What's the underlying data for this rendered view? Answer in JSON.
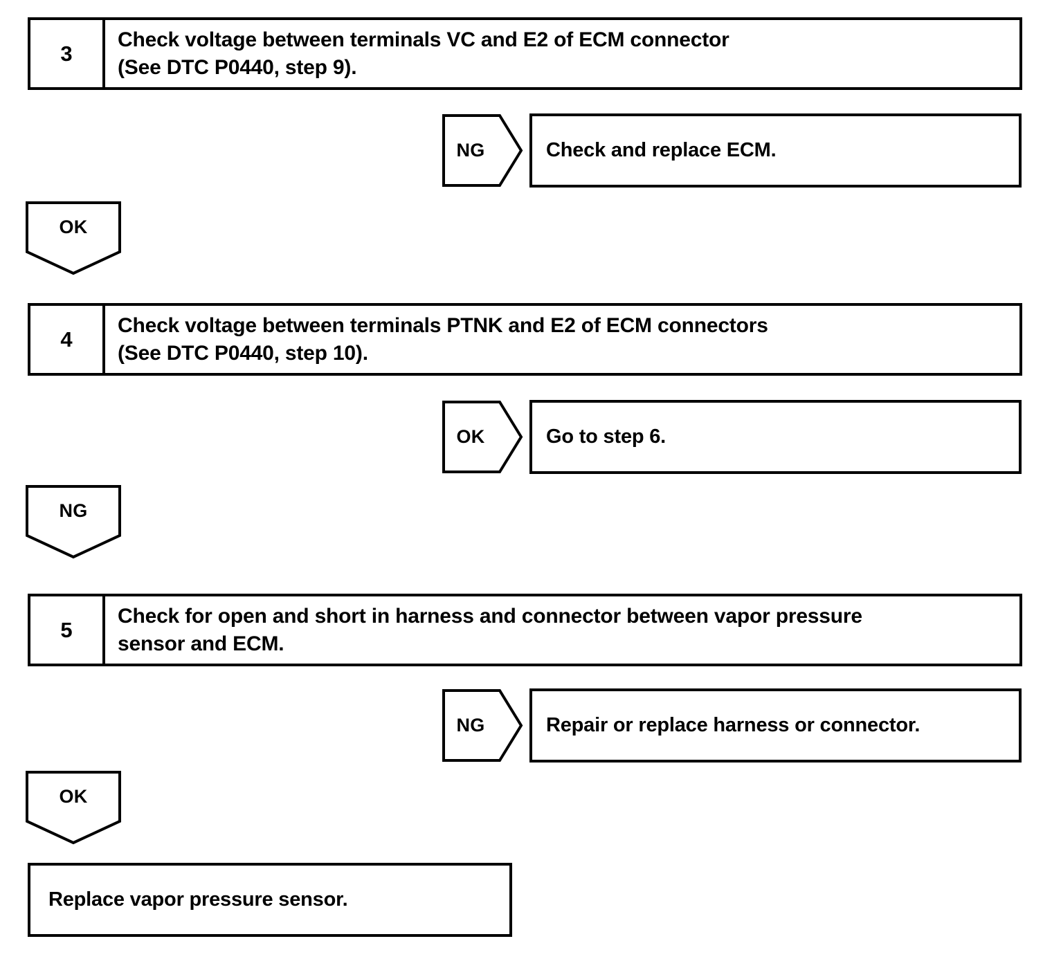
{
  "document": {
    "kind": "troubleshooting-flowchart",
    "ink_color": "#000000",
    "background_color": "#ffffff"
  },
  "steps": [
    {
      "number": "3",
      "line1": "Check voltage between terminals VC and E2 of ECM connector",
      "line2": "(See DTC P0440, step 9)."
    },
    {
      "number": "4",
      "line1": "Check voltage between terminals PTNK and E2 of ECM connectors",
      "line2": "(See DTC P0440, step 10)."
    },
    {
      "number": "5",
      "line1": "Check for open and short in harness and connector between vapor pressure",
      "line2": "sensor and ECM."
    }
  ],
  "branches": [
    {
      "marker": "NG",
      "action": "Check and replace ECM."
    },
    {
      "marker": "OK",
      "action": "Go to step 6."
    },
    {
      "marker": "NG",
      "action": "Repair or replace harness or connector."
    }
  ],
  "flow_markers": [
    {
      "label": "OK"
    },
    {
      "label": "NG"
    },
    {
      "label": "OK"
    }
  ],
  "final": {
    "text": "Replace vapor pressure sensor."
  }
}
